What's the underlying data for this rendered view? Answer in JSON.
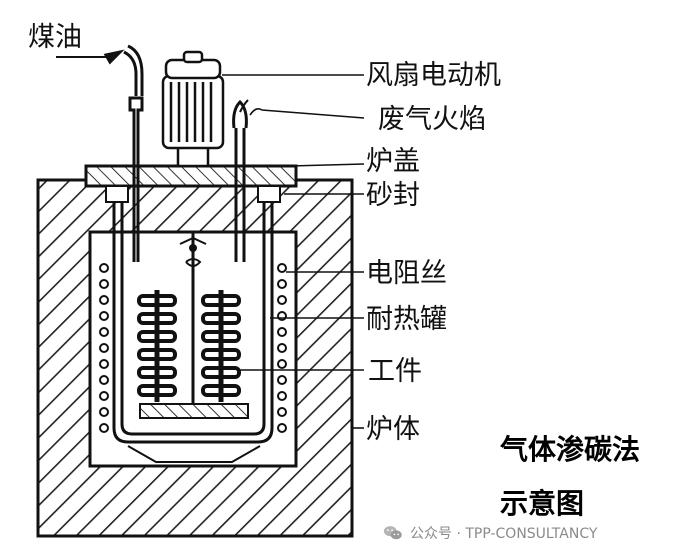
{
  "labels": {
    "kerosene": "煤油",
    "fan_motor": "风扇电动机",
    "exhaust_flame": "废气火焰",
    "furnace_lid": "炉盖",
    "sand_seal": "砂封",
    "resistance_wire": "电阻丝",
    "heat_resistant_tank": "耐热罐",
    "workpiece": "工件",
    "furnace_body": "炉体"
  },
  "caption": {
    "line1": "气体渗碳法",
    "line2": "示意图"
  },
  "watermark": {
    "text": "公众号 · TPP-CONSULTANCY",
    "icon": "wechat-icon"
  }
}
